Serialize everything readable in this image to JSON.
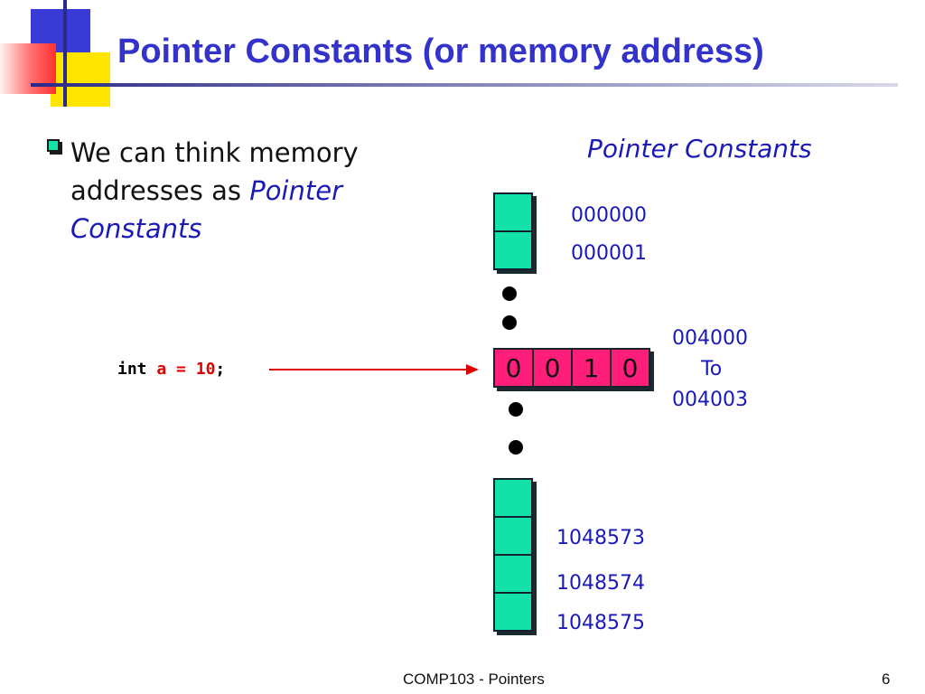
{
  "slide": {
    "title": "Pointer Constants (or memory address)",
    "bullet": {
      "text": "We can think memory addresses as ",
      "emphasis": "Pointer Constants"
    },
    "diagram_title": "Pointer Constants",
    "addresses": {
      "first": "000000",
      "second": "000001",
      "range_start": "004000",
      "range_to": "To",
      "range_end": "004003",
      "last1": "1048573",
      "last2": "1048574",
      "last3": "1048575"
    },
    "bytes": [
      "0",
      "0",
      "1",
      "0"
    ],
    "code": {
      "type": "int",
      "name": "a",
      "eq": "=",
      "value": "10",
      "semi": ";"
    },
    "footer": {
      "course": "COMP103 - Pointers",
      "page": "6"
    }
  },
  "colors": {
    "title": "#3333cc",
    "cell": "#13e2a8",
    "byte": "#ff1f7a",
    "arrow": "#e00000"
  }
}
